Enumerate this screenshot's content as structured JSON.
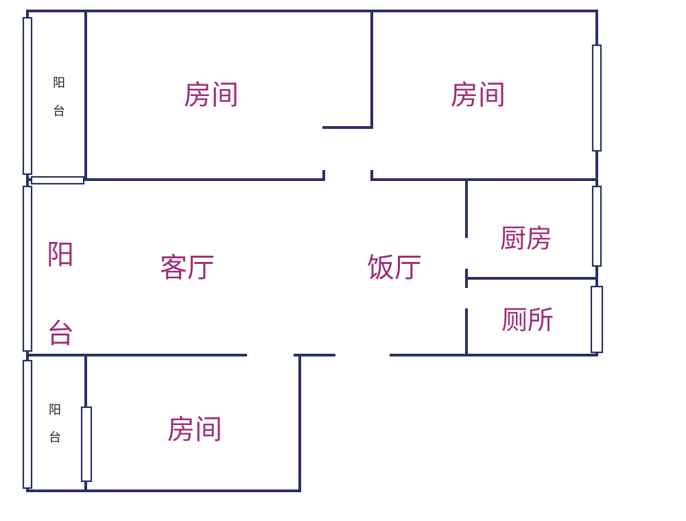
{
  "rooms": {
    "bedroom_top_left": "房间",
    "bedroom_top_right": "房间",
    "bedroom_bottom": "房间",
    "living_room": "客厅",
    "dining_room": "饭厅",
    "kitchen": "厨房",
    "toilet": "厕所"
  },
  "balconies": {
    "top": [
      "阳",
      "台"
    ],
    "middle": [
      "阳",
      "台"
    ],
    "bottom": [
      "阳",
      "台"
    ]
  },
  "colors": {
    "wall": "#2a2f66",
    "label": "#a02c74",
    "background": "#ffffff"
  }
}
